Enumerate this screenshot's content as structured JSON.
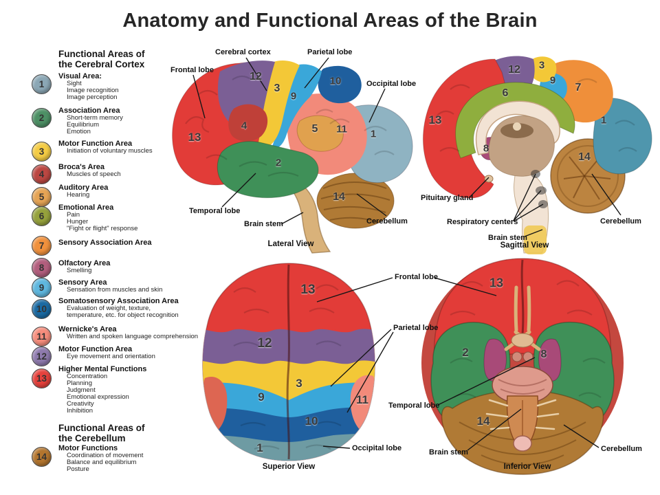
{
  "title": "Anatomy and Functional Areas of the Brain",
  "palette": {
    "red": "#e23c38",
    "darkred": "#bf4038",
    "purple": "#7b5f95",
    "yellow": "#f3c837",
    "lightblue": "#3aa7d9",
    "darkblue": "#1f5f9e",
    "salmon": "#f28a7a",
    "salmondark": "#dd6652",
    "tan": "#e0a14e",
    "green": "#3f9058",
    "bluegray": "#8fb3c2",
    "teal": "#4f96ad",
    "tealgray": "#6e9ba3",
    "orange": "#ef8f3a",
    "olive": "#8fae3e",
    "magenta": "#a84a78",
    "brown": "#b07a35",
    "brownlight": "#bc8440",
    "stem": "#d9b27a",
    "cream": "#f2e3d4",
    "innertan": "#c2a284",
    "pink": "#de9a8c",
    "medulla": "#cf8a52",
    "yellowstem": "#f0c84e"
  },
  "legend": {
    "cortex_heading_line1": "Functional Areas of",
    "cortex_heading_line2": "the Cerebral Cortex",
    "cerebellum_heading_line1": "Functional Areas of",
    "cerebellum_heading_line2": "the Cerebellum",
    "items": [
      {
        "num": "1",
        "color": "#8ba7b5",
        "name": "Visual Area:",
        "details": [
          "Sight",
          "Image recognition",
          "Image perception"
        ]
      },
      {
        "num": "2",
        "color": "#4d9065",
        "name": "Association Area",
        "details": [
          "Short-term memory",
          "Equilibrium",
          "Emotion"
        ]
      },
      {
        "num": "3",
        "color": "#f4cc45",
        "name": "Motor Function Area",
        "details": [
          "Initiation of voluntary muscles"
        ]
      },
      {
        "num": "4",
        "color": "#bb4742",
        "name": "Broca's Area",
        "details": [
          "Muscles of speech"
        ]
      },
      {
        "num": "5",
        "color": "#e5a455",
        "name": "Auditory Area",
        "details": [
          "Hearing"
        ]
      },
      {
        "num": "6",
        "color": "#95a13c",
        "name": "Emotional Area",
        "details": [
          "Pain",
          "Hunger",
          "\"Fight or flight\" response"
        ]
      },
      {
        "num": "7",
        "color": "#f0913d",
        "name": "Sensory Association Area",
        "details": []
      },
      {
        "num": "8",
        "color": "#b25e7d",
        "name": "Olfactory Area",
        "details": [
          "Smelling"
        ]
      },
      {
        "num": "9",
        "color": "#5fb7de",
        "name": "Sensory Area",
        "details": [
          "Sensation from muscles and skin"
        ]
      },
      {
        "num": "10",
        "color": "#1a6aa3",
        "name": "Somatosensory Association Area",
        "details": [
          "Evaluation of weight, texture,",
          "temperature, etc. for object recognition"
        ]
      },
      {
        "num": "11",
        "color": "#f68d7c",
        "name": "Wernicke's Area",
        "details": [
          "Written and spoken language comprehension"
        ]
      },
      {
        "num": "12",
        "color": "#8e7aad",
        "name": "Motor Function Area",
        "details": [
          "Eye movement and orientation"
        ]
      },
      {
        "num": "13",
        "color": "#e6413c",
        "name": "Higher Mental Functions",
        "details": [
          "Concentration",
          "Planning",
          "Judgment",
          "Emotional expression",
          "Creativity",
          "Inhibition"
        ]
      },
      {
        "num": "14",
        "color": "#b3752e",
        "name": "Motor Functions",
        "details": [
          "Coordination of movement",
          "Balance and equilibrium",
          "Posture"
        ]
      }
    ]
  },
  "views": {
    "lateral": {
      "caption": "Lateral View",
      "labels": {
        "cerebral_cortex": "Cerebral cortex",
        "parietal_lobe": "Parietal lobe",
        "frontal_lobe": "Frontal lobe",
        "occipital_lobe": "Occipital lobe",
        "temporal_lobe": "Temporal lobe",
        "brain_stem": "Brain stem",
        "cerebellum": "Cerebellum"
      },
      "numbers": {
        "n13": "13",
        "n12": "12",
        "n3": "3",
        "n9": "9",
        "n10": "10",
        "n4": "4",
        "n5": "5",
        "n11": "11",
        "n1": "1",
        "n2": "2",
        "n14": "14"
      }
    },
    "sagittal": {
      "caption": "Sagittal View",
      "labels": {
        "pituitary_gland": "Pituitary gland",
        "respiratory_centers": "Respiratory centers",
        "brain_stem": "Brain stem",
        "cerebellum": "Cerebellum"
      },
      "numbers": {
        "n13": "13",
        "n12": "12",
        "n3": "3",
        "n9": "9",
        "n7": "7",
        "n6": "6",
        "n8": "8",
        "n1": "1",
        "n14": "14"
      }
    },
    "superior": {
      "caption": "Superior View",
      "labels": {
        "frontal_lobe": "Frontal lobe",
        "parietal_lobe": "Parietal lobe",
        "occipital_lobe": "Occipital lobe"
      },
      "numbers": {
        "n13": "13",
        "n12": "12",
        "n3": "3",
        "n9": "9",
        "n10": "10",
        "n11": "11",
        "n1": "1"
      }
    },
    "inferior": {
      "caption": "Inferior View",
      "labels": {
        "temporal_lobe": "Temporal lobe",
        "brain_stem": "Brain stem",
        "cerebellum": "Cerebellum"
      },
      "numbers": {
        "n13": "13",
        "n2": "2",
        "n8": "8",
        "n14": "14"
      }
    }
  }
}
